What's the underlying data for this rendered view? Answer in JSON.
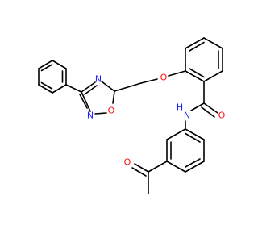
{
  "molecule": {
    "atoms": [
      {
        "id": "n_oxadiazole_4",
        "label": "N",
        "color": "#1F1FFF"
      },
      {
        "id": "n_oxadiazole_2",
        "label": "N",
        "color": "#1F1FFF"
      },
      {
        "id": "o_oxadiazole_1",
        "label": "O",
        "color": "#FF0D0D"
      },
      {
        "id": "o_ether",
        "label": "O",
        "color": "#FF0D0D"
      },
      {
        "id": "n_amide",
        "label": "N",
        "color": "#1F1FFF"
      },
      {
        "id": "h_amide",
        "label": "H",
        "color": "#1F1FFF"
      },
      {
        "id": "o_amide",
        "label": "O",
        "color": "#FF0D0D"
      },
      {
        "id": "o_ketone",
        "label": "O",
        "color": "#FF0D0D"
      }
    ],
    "bond_color": "#000000"
  }
}
